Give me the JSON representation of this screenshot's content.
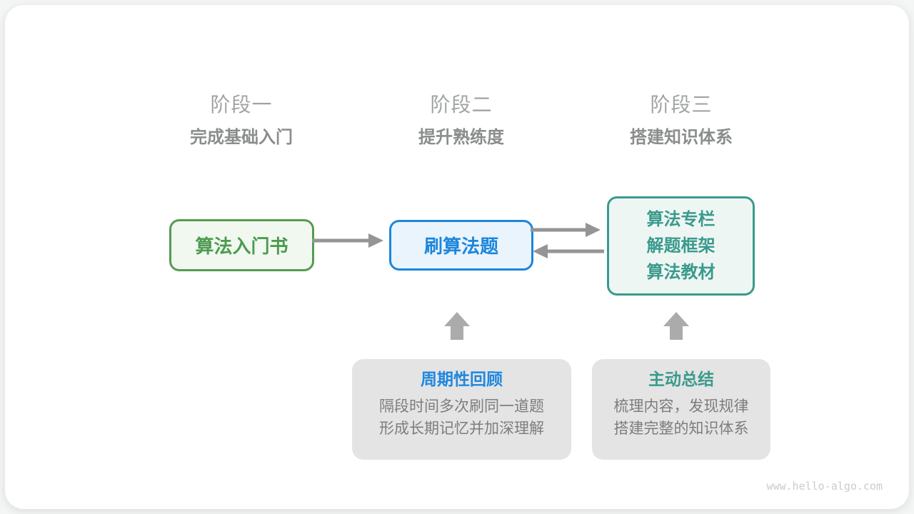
{
  "diagram": {
    "stages": [
      {
        "title": "阶段一",
        "subtitle": "完成基础入门"
      },
      {
        "title": "阶段二",
        "subtitle": "提升熟练度"
      },
      {
        "title": "阶段三",
        "subtitle": "搭建知识体系"
      }
    ],
    "nodes": {
      "intro_book": {
        "label": "算法入门书"
      },
      "practice": {
        "label": "刷算法题"
      },
      "resources": {
        "lines": [
          "算法专栏",
          "解题框架",
          "算法教材"
        ]
      }
    },
    "callouts": [
      {
        "title": "周期性回顾",
        "lines": [
          "隔段时间多次刷同一道题",
          "形成长期记忆并加深理解"
        ]
      },
      {
        "title": "主动总结",
        "lines": [
          "梳理内容，发现规律",
          "搭建完整的知识体系"
        ]
      }
    ],
    "watermark": "www.hello-algo.com",
    "colors": {
      "green": "#4c9b50",
      "blue": "#1c86dc",
      "teal": "#3a9a8c",
      "stage_title_gray": "#a2a4a4",
      "stage_subtitle_gray": "#8b8d8d",
      "arrow_gray": "#959595",
      "block_arrow_gray": "#ababab",
      "callout_bg": "#e4e4e4",
      "callout_body_gray": "#7d7d7d"
    }
  }
}
